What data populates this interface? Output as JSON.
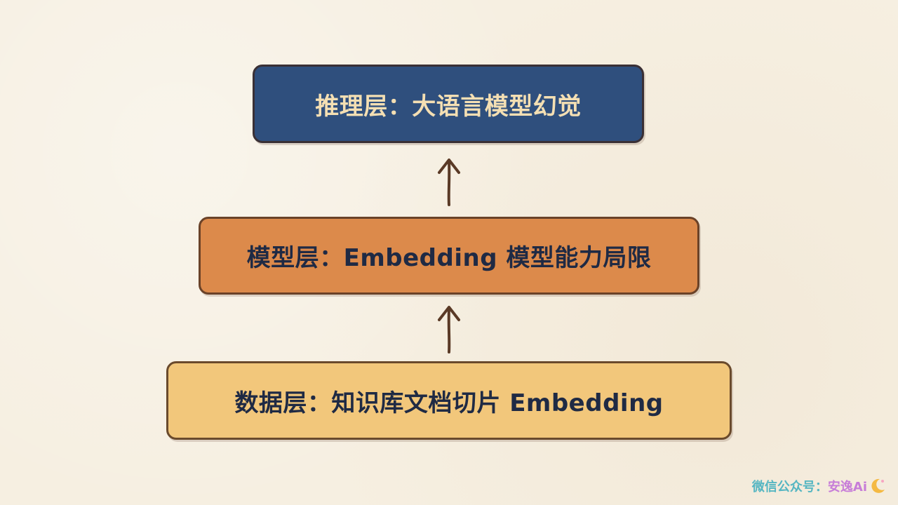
{
  "layers": [
    {
      "id": "inference",
      "label": "推理层：大语言模型幻觉",
      "color": "#2f4f7d"
    },
    {
      "id": "model",
      "label": "模型层：Embedding 模型能力局限",
      "color": "#dc8a4b"
    },
    {
      "id": "data",
      "label": "数据层：知识库文档切片 Embedding",
      "color": "#f2c77b"
    }
  ],
  "watermark": {
    "prefix": "微信公众号：",
    "name": "安逸Ai",
    "logo_icon": "crescent-moon-icon"
  },
  "colors": {
    "background": "#f6efe1",
    "arrow": "#5a3a26",
    "watermark_prefix": "#56b6c2",
    "watermark_name": "#c77dd8"
  }
}
